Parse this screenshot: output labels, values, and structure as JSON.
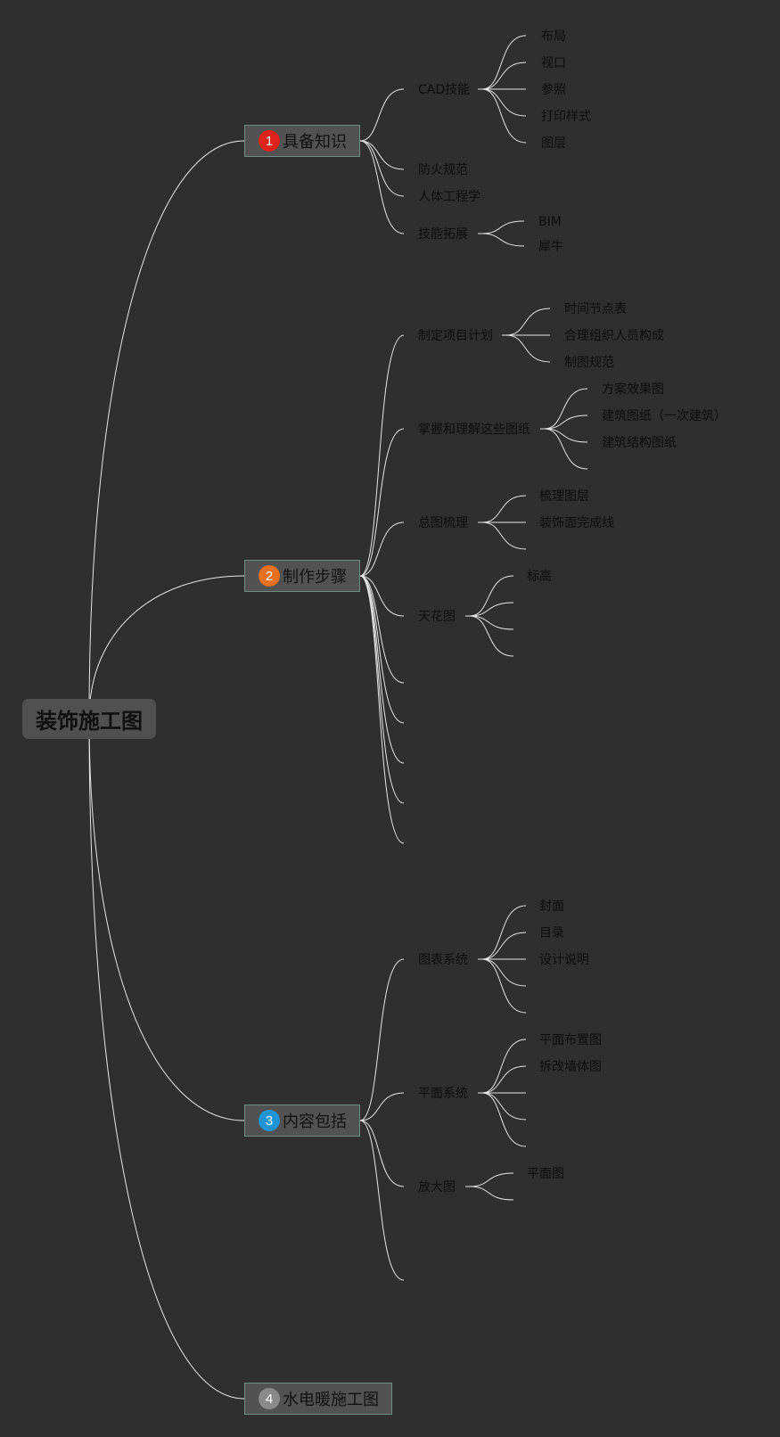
{
  "root": {
    "label": "装饰施工图"
  },
  "branches": [
    {
      "label": "具备知识",
      "marker": "1",
      "marker_color": "#e0221c",
      "children": [
        {
          "label": "CAD技能",
          "children": [
            "布局",
            "视口",
            "参照",
            "打印样式",
            "图层"
          ]
        },
        {
          "label": "防火规范",
          "children": []
        },
        {
          "label": "人体工程学",
          "children": []
        },
        {
          "label": "技能拓展",
          "children": [
            "BIM",
            "犀牛"
          ]
        }
      ]
    },
    {
      "label": "制作步骤",
      "marker": "2",
      "marker_color": "#e8701c",
      "children": [
        {
          "label": "制定项目计划",
          "children": [
            "时间节点表",
            "合理组织人员构成",
            "制图规范"
          ]
        },
        {
          "label": "掌握和理解这些图纸",
          "children": [
            "方案效果图",
            "建筑图纸（一次建筑）",
            "建筑结构图纸",
            ""
          ]
        },
        {
          "label": "总图梳理",
          "children": [
            "梳理图层",
            "装饰面完成线",
            ""
          ]
        },
        {
          "label": "天花图",
          "children": [
            "标高",
            "",
            "",
            ""
          ]
        },
        {
          "label": "",
          "children": []
        },
        {
          "label": "",
          "children": []
        },
        {
          "label": "",
          "children": []
        },
        {
          "label": "",
          "children": []
        },
        {
          "label": "",
          "children": []
        }
      ]
    },
    {
      "label": "内容包括",
      "marker": "3",
      "marker_color": "#1f94d6",
      "children": [
        {
          "label": "图表系统",
          "children": [
            "封面",
            "目录",
            "设计说明",
            "",
            ""
          ]
        },
        {
          "label": "平面系统",
          "children": [
            "平面布置图",
            "拆改墙体图",
            "",
            "",
            ""
          ]
        },
        {
          "label": "放大图",
          "children": [
            "平面图",
            ""
          ]
        },
        {
          "label": "",
          "children": []
        }
      ]
    },
    {
      "label": "水电暖施工图",
      "marker": "4",
      "marker_color": "#8a8a8a",
      "children": []
    }
  ]
}
